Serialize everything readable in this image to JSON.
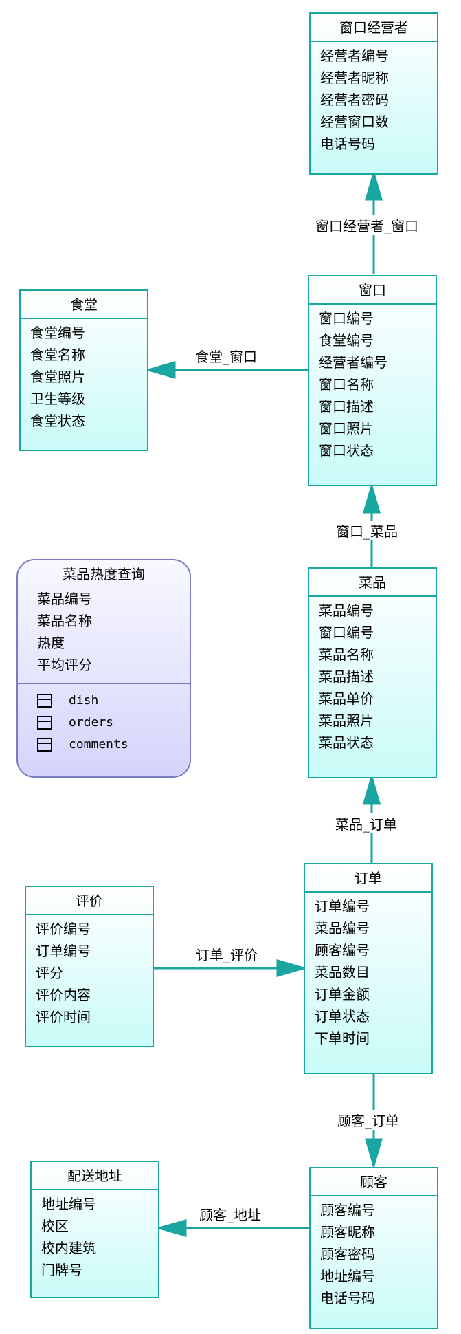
{
  "entities": {
    "window_operator": {
      "title": "窗口经营者",
      "fields": [
        "经营者编号",
        "经营者昵称",
        "经营者密码",
        "经营窗口数",
        "电话号码"
      ]
    },
    "canteen": {
      "title": "食堂",
      "fields": [
        "食堂编号",
        "食堂名称",
        "食堂照片",
        "卫生等级",
        "食堂状态"
      ]
    },
    "window": {
      "title": "窗口",
      "fields": [
        "窗口编号",
        "食堂编号",
        "经营者编号",
        "窗口名称",
        "窗口描述",
        "窗口照片",
        "窗口状态"
      ]
    },
    "dish": {
      "title": "菜品",
      "fields": [
        "菜品编号",
        "窗口编号",
        "菜品名称",
        "菜品描述",
        "菜品单价",
        "菜品照片",
        "菜品状态"
      ]
    },
    "review": {
      "title": "评价",
      "fields": [
        "评价编号",
        "订单编号",
        "评分",
        "评价内容",
        "评价时间"
      ]
    },
    "order": {
      "title": "订单",
      "fields": [
        "订单编号",
        "菜品编号",
        "顾客编号",
        "菜品数目",
        "订单金额",
        "订单状态",
        "下单时间"
      ]
    },
    "address": {
      "title": "配送地址",
      "fields": [
        "地址编号",
        "校区",
        "校内建筑",
        "门牌号"
      ]
    },
    "customer": {
      "title": "顾客",
      "fields": [
        "顾客编号",
        "顾客昵称",
        "顾客密码",
        "地址编号",
        "电话号码"
      ]
    }
  },
  "view": {
    "title": "菜品热度查询",
    "fields": [
      "菜品编号",
      "菜品名称",
      "热度",
      "平均评分"
    ],
    "tables": [
      "dish",
      "orders",
      "comments"
    ]
  },
  "relations": {
    "operator_window": "窗口经营者_窗口",
    "canteen_window": "食堂_窗口",
    "window_dish": "窗口_菜品",
    "dish_order": "菜品_订单",
    "order_review": "订单_评价",
    "customer_order": "顾客_订单",
    "customer_address": "顾客_地址"
  },
  "colors": {
    "entity_border": "#1aa6a0",
    "entity_fill": "#c9fbf8",
    "view_border": "#7b7bc0",
    "view_fill": "#d4d4fb"
  }
}
